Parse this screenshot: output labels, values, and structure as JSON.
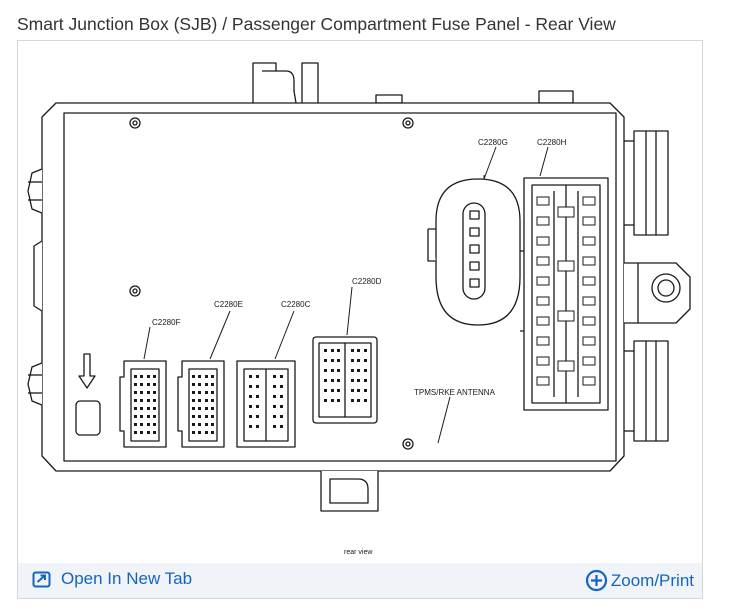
{
  "page": {
    "title": "Smart Junction Box (SJB) / Passenger Compartment Fuse Panel - Rear View"
  },
  "diagram": {
    "labels": {
      "c2280g": "C2280G",
      "c2280h": "C2280H",
      "c2280d": "C2280D",
      "c2280e": "C2280E",
      "c2280c": "C2280C",
      "c2280f": "C2280F",
      "antenna": "TPMS/RKE ANTENNA",
      "caption": "rear view"
    }
  },
  "footer": {
    "open_label": "Open In New Tab",
    "zoom_label": "Zoom/Print",
    "open_icon": "open-in-new-tab-icon",
    "zoom_icon": "zoom-plus-icon",
    "link_color": "#1565c0",
    "bar_color": "#f0f4f9"
  }
}
